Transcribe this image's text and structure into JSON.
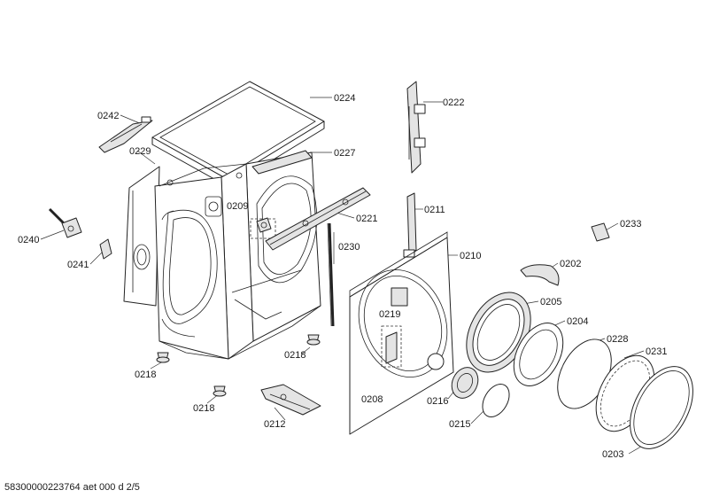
{
  "labels": {
    "p0224": "0224",
    "p0242": "0242",
    "p0229": "0229",
    "p0227": "0227",
    "p0222": "0222",
    "p0209": "0209",
    "p0221": "0221",
    "p0211": "0211",
    "p0233": "0233",
    "p0240": "0240",
    "p0241": "0241",
    "p0230": "0230",
    "p0210": "0210",
    "p0202": "0202",
    "p0205": "0205",
    "p0219": "0219",
    "p0204": "0204",
    "p0228": "0228",
    "p0231": "0231",
    "p0218a": "0218",
    "p0218b": "0218",
    "p0218c": "0218",
    "p0208": "0208",
    "p0216": "0216",
    "p0212": "0212",
    "p0215": "0215",
    "p0203": "0203"
  },
  "footer": {
    "doc_code": "58300000223764 aet 000 d 2/5"
  }
}
